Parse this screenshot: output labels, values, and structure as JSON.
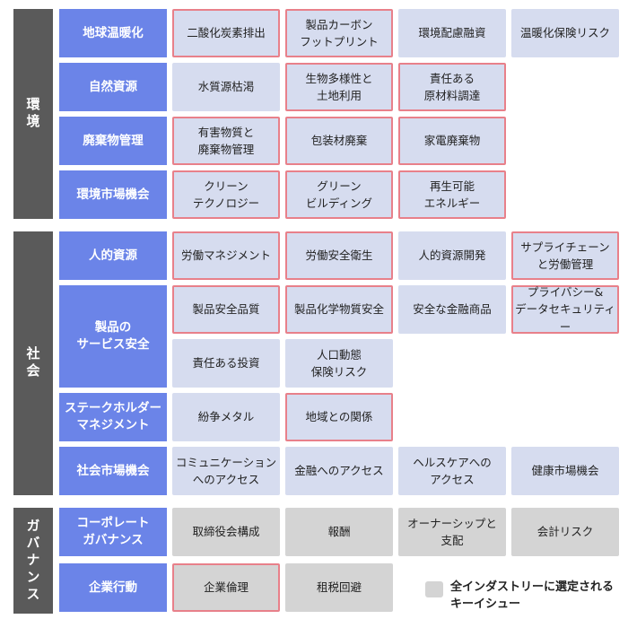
{
  "pillars": [
    {
      "id": "environment",
      "label": "環境"
    },
    {
      "id": "social",
      "label": "社会"
    },
    {
      "id": "governance",
      "label": "ガバナンス"
    }
  ],
  "themes": [
    {
      "label": "地球温暖化",
      "issues": [
        {
          "label": "二酸化炭素排出",
          "highlighted": true,
          "all_industries": false
        },
        {
          "label": "製品カーボン\nフットプリント",
          "highlighted": true,
          "all_industries": false
        },
        {
          "label": "環境配慮融資",
          "highlighted": false,
          "all_industries": false
        },
        {
          "label": "温暖化保険リスク",
          "highlighted": false,
          "all_industries": false
        }
      ]
    },
    {
      "label": "自然資源",
      "issues": [
        {
          "label": "水質源枯渇",
          "highlighted": false,
          "all_industries": false
        },
        {
          "label": "生物多様性と\n土地利用",
          "highlighted": true,
          "all_industries": false
        },
        {
          "label": "責任ある\n原材料調達",
          "highlighted": true,
          "all_industries": false
        }
      ]
    },
    {
      "label": "廃棄物管理",
      "issues": [
        {
          "label": "有害物質と\n廃棄物管理",
          "highlighted": true,
          "all_industries": false
        },
        {
          "label": "包装材廃棄",
          "highlighted": true,
          "all_industries": false
        },
        {
          "label": "家電廃棄物",
          "highlighted": true,
          "all_industries": false
        }
      ]
    },
    {
      "label": "環境市場機会",
      "issues": [
        {
          "label": "クリーン\nテクノロジー",
          "highlighted": true,
          "all_industries": false
        },
        {
          "label": "グリーン\nビルディング",
          "highlighted": true,
          "all_industries": false
        },
        {
          "label": "再生可能\nエネルギー",
          "highlighted": true,
          "all_industries": false
        }
      ]
    },
    {
      "label": "人的資源",
      "issues": [
        {
          "label": "労働マネジメント",
          "highlighted": true,
          "all_industries": false
        },
        {
          "label": "労働安全衛生",
          "highlighted": true,
          "all_industries": false
        },
        {
          "label": "人的資源開発",
          "highlighted": false,
          "all_industries": false
        },
        {
          "label": "サプライチェーン\nと労働管理",
          "highlighted": true,
          "all_industries": false
        }
      ]
    },
    {
      "label": "製品の\nサービス安全",
      "issues": [
        {
          "label": "製品安全品質",
          "highlighted": true,
          "all_industries": false
        },
        {
          "label": "製品化学物質安全",
          "highlighted": true,
          "all_industries": false
        },
        {
          "label": "安全な金融商品",
          "highlighted": false,
          "all_industries": false
        },
        {
          "label": "プライバシー&\nデータセキュリティー",
          "highlighted": true,
          "all_industries": false
        },
        {
          "label": "責任ある投資",
          "highlighted": false,
          "all_industries": false
        },
        {
          "label": "人口動態\n保険リスク",
          "highlighted": false,
          "all_industries": false
        }
      ]
    },
    {
      "label": "ステークホルダー\nマネジメント",
      "issues": [
        {
          "label": "紛争メタル",
          "highlighted": false,
          "all_industries": false
        },
        {
          "label": "地域との関係",
          "highlighted": true,
          "all_industries": false
        }
      ]
    },
    {
      "label": "社会市場機会",
      "issues": [
        {
          "label": "コミュニケーション\nへのアクセス",
          "highlighted": false,
          "all_industries": false
        },
        {
          "label": "金融へのアクセス",
          "highlighted": false,
          "all_industries": false
        },
        {
          "label": "ヘルスケアへの\nアクセス",
          "highlighted": false,
          "all_industries": false
        },
        {
          "label": "健康市場機会",
          "highlighted": false,
          "all_industries": false
        }
      ]
    },
    {
      "label": "コーポレート\nガバナンス",
      "issues": [
        {
          "label": "取締役会構成",
          "highlighted": false,
          "all_industries": true
        },
        {
          "label": "報酬",
          "highlighted": false,
          "all_industries": true
        },
        {
          "label": "オーナーシップと\n支配",
          "highlighted": false,
          "all_industries": true
        },
        {
          "label": "会計リスク",
          "highlighted": false,
          "all_industries": true
        }
      ]
    },
    {
      "label": "企業行動",
      "issues": [
        {
          "label": "企業倫理",
          "highlighted": true,
          "all_industries": true
        },
        {
          "label": "租税回避",
          "highlighted": false,
          "all_industries": true
        }
      ]
    }
  ],
  "legend": {
    "label": "全インダストリーに選定される\nキーイシュー"
  },
  "colors": {
    "pillar": "#5a5a5a",
    "theme": "#6b84e8",
    "issue": "#d6dcef",
    "all_industries_issue": "#d4d4d4",
    "highlight_border": "#e8808a"
  }
}
